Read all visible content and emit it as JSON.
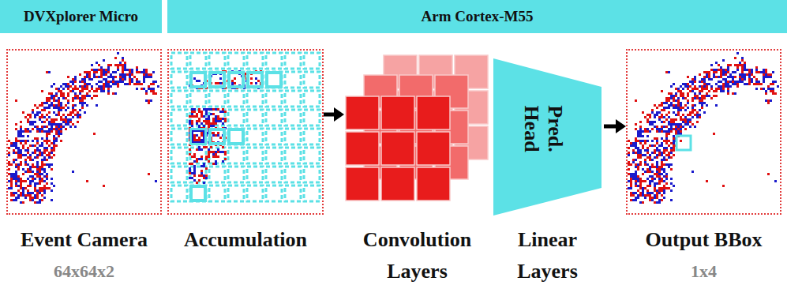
{
  "diagram": {
    "nodes": [
      {
        "text": [
          "DVXplorer Micro"
        ]
      },
      {
        "text": [
          "Arm Cortex-M55"
        ]
      },
      {
        "text": [
          "Event Camera",
          "64x64x2"
        ]
      },
      {
        "text": [
          "Accumulation"
        ]
      },
      {
        "text": [
          "Convolution Layers"
        ]
      },
      {
        "text": [
          "Pred. Head",
          "Linear Layers"
        ]
      },
      {
        "text": [
          "Output BBox",
          "1x4"
        ]
      }
    ],
    "edges": [
      {
        "from": 3,
        "to": 4,
        "arrow": "to"
      },
      {
        "from": 5,
        "to": 6,
        "arrow": "to"
      }
    ]
  }
}
